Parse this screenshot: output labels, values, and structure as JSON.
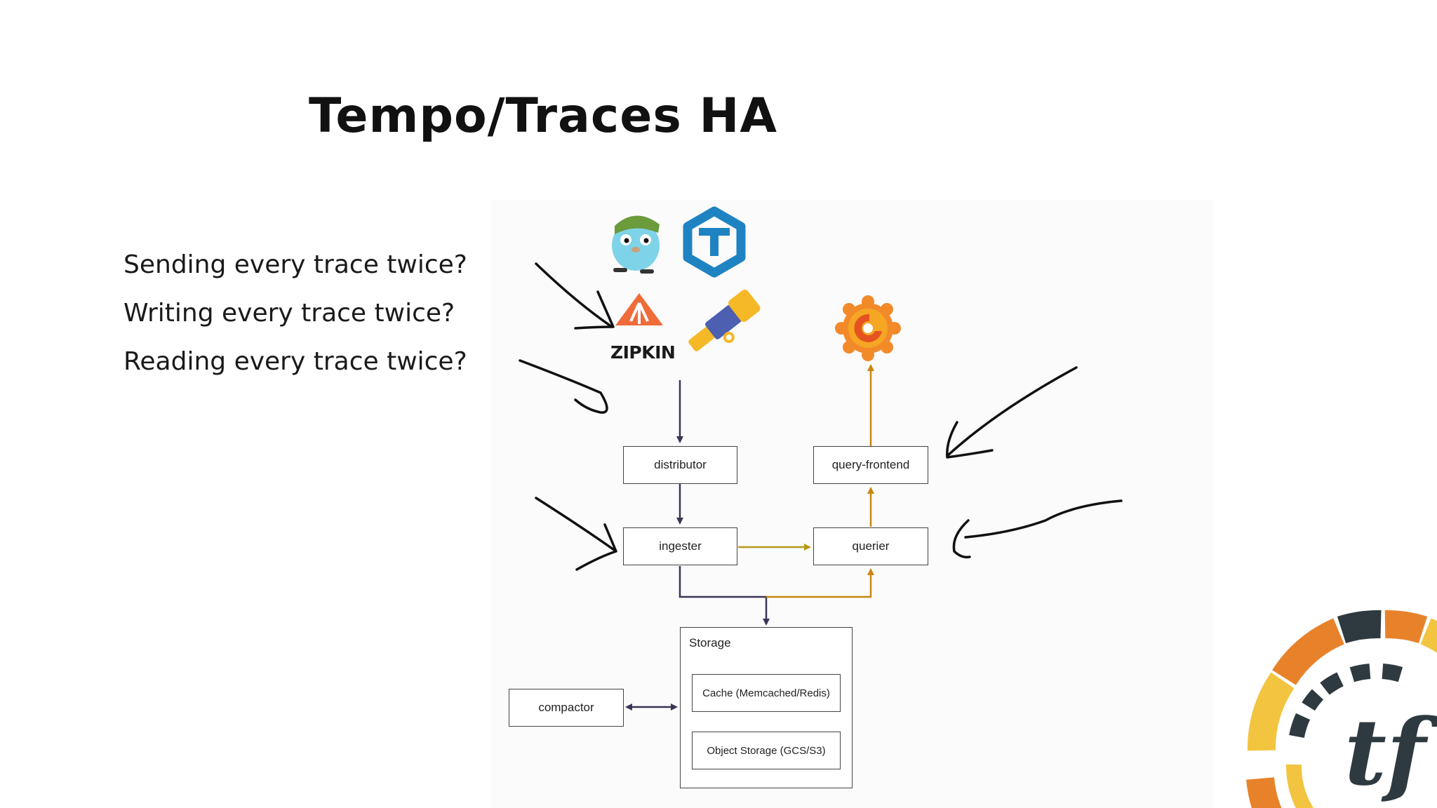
{
  "slide": {
    "title": "Tempo/Traces HA",
    "questions": [
      "Sending every trace twice?",
      "Writing every trace twice?",
      "Reading every trace twice?"
    ]
  },
  "diagram": {
    "nodes": {
      "distributor": "distributor",
      "ingester": "ingester",
      "query_frontend": "query-frontend",
      "querier": "querier",
      "compactor": "compactor",
      "storage": "Storage",
      "cache": "Cache (Memcached/Redis)",
      "object_storage": "Object Storage (GCS/S3)"
    },
    "logos": {
      "zipkin_label": "ZIPKIN",
      "icons": [
        "gopher-icon",
        "jaeger-tempo-icon",
        "zipkin-icon",
        "telescope-icon",
        "grafana-icon"
      ]
    },
    "colors": {
      "write_path": "#3b3555",
      "read_path": "#c8860f",
      "ingester_to_querier": "#b59a1a"
    }
  },
  "branding": {
    "logo_text": "tf",
    "colors": [
      "#e8822a",
      "#f2c43f",
      "#2e3a40"
    ]
  }
}
